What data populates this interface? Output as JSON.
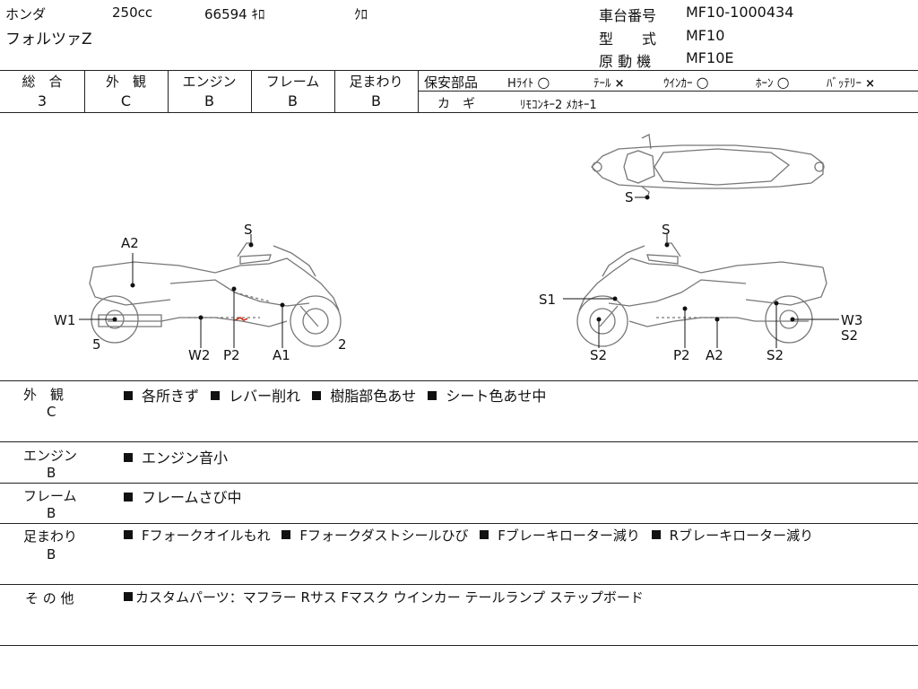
{
  "header": {
    "maker": "ホンダ",
    "displacement": "250cc",
    "mileage": "66594 ｷﾛ",
    "color": "ｸﾛ",
    "model": "フォルツァZ",
    "frame_number_label": "車台番号",
    "frame_number": "MF10-1000434",
    "type_label": "型　　式",
    "type_value": "MF10",
    "engine_label": "原 動 機",
    "engine_value": "MF10E"
  },
  "grades": [
    {
      "label": "総　合",
      "value": "3"
    },
    {
      "label": "外　観",
      "value": "C"
    },
    {
      "label": "エンジン",
      "value": "B"
    },
    {
      "label": "フレーム",
      "value": "B"
    },
    {
      "label": "足まわり",
      "value": "B"
    }
  ],
  "safety": {
    "label": "保安部品",
    "items": [
      {
        "name": "Hﾗｲﾄ",
        "mark": "○"
      },
      {
        "name": "ﾃｰﾙ",
        "mark": "×"
      },
      {
        "name": "ｳｲﾝｶｰ",
        "mark": "○"
      },
      {
        "name": "ﾎｰﾝ",
        "mark": "○"
      },
      {
        "name": "ﾊﾞｯﾃﾘｰ",
        "mark": "×"
      }
    ],
    "key_label": "カ　ギ",
    "key_value": "ﾘﾓｺﾝｷｰ2 ﾒｶｷｰ1"
  },
  "diagram_marks": {
    "left": [
      "A2",
      "S",
      "W1",
      "5",
      "W2",
      "P2",
      "A1",
      "2"
    ],
    "right": [
      "S",
      "S1",
      "S2",
      "P2",
      "A2",
      "S2",
      "W3",
      "S2"
    ],
    "top": [
      "S"
    ]
  },
  "sections": [
    {
      "label": "外　観",
      "grade": "C",
      "items": [
        "各所きず",
        "レバー削れ",
        "樹脂部色あせ",
        "シート色あせ中"
      ]
    },
    {
      "label": "エンジン",
      "grade": "B",
      "items": [
        "エンジン音小"
      ]
    },
    {
      "label": "フレーム",
      "grade": "B",
      "items": [
        "フレームさび中"
      ]
    },
    {
      "label": "足まわり",
      "grade": "B",
      "items": [
        "Fフォークオイルもれ",
        "Fフォークダストシールひび",
        "Fブレーキローター減り",
        "Rブレーキローター減り"
      ]
    },
    {
      "label": "そ の 他",
      "grade": "",
      "items": [
        "カスタムパーツ：マフラー  Rサス  Fマスク  ウインカー  テールランプ  ステップボード"
      ]
    }
  ]
}
